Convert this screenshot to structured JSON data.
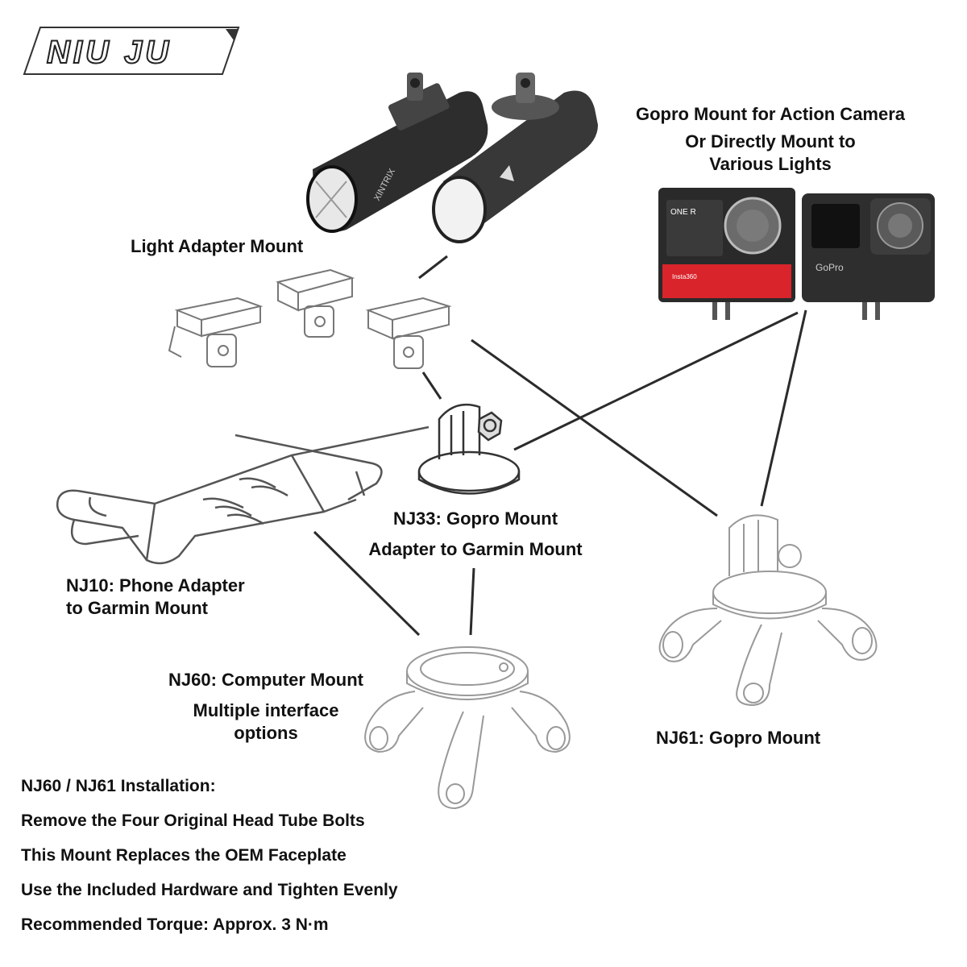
{
  "brand": {
    "logo_text": "NIU JU"
  },
  "labels": {
    "gopro_camera": [
      "Gopro Mount for Action Camera",
      "Or Directly Mount to",
      "Various Lights"
    ],
    "light_adapter": "Light Adapter Mount",
    "nj33": [
      "NJ33: Gopro Mount",
      "Adapter to Garmin Mount"
    ],
    "nj10": [
      "NJ10: Phone Adapter",
      "to Garmin Mount"
    ],
    "nj60": [
      "NJ60: Computer Mount",
      "Multiple interface",
      "options"
    ],
    "nj61": "NJ61: Gopro Mount"
  },
  "installation": {
    "heading": "NJ60 / NJ61 Installation:",
    "steps": [
      "Remove the Four Original Head Tube Bolts",
      "This Mount Replaces the OEM Faceplate",
      "Use the Included Hardware and Tighten Evenly",
      "Recommended Torque: Approx. 3 N·m"
    ]
  },
  "product_prints": {
    "light_left": "XINTRIX",
    "camera_left": "ONE R",
    "camera_left_brand": "Insta360",
    "camera_right": "GoPro"
  },
  "colors": {
    "line": "#2b2b2b",
    "sketch": "#8a8a8a",
    "dark": "#1a1a1a"
  }
}
